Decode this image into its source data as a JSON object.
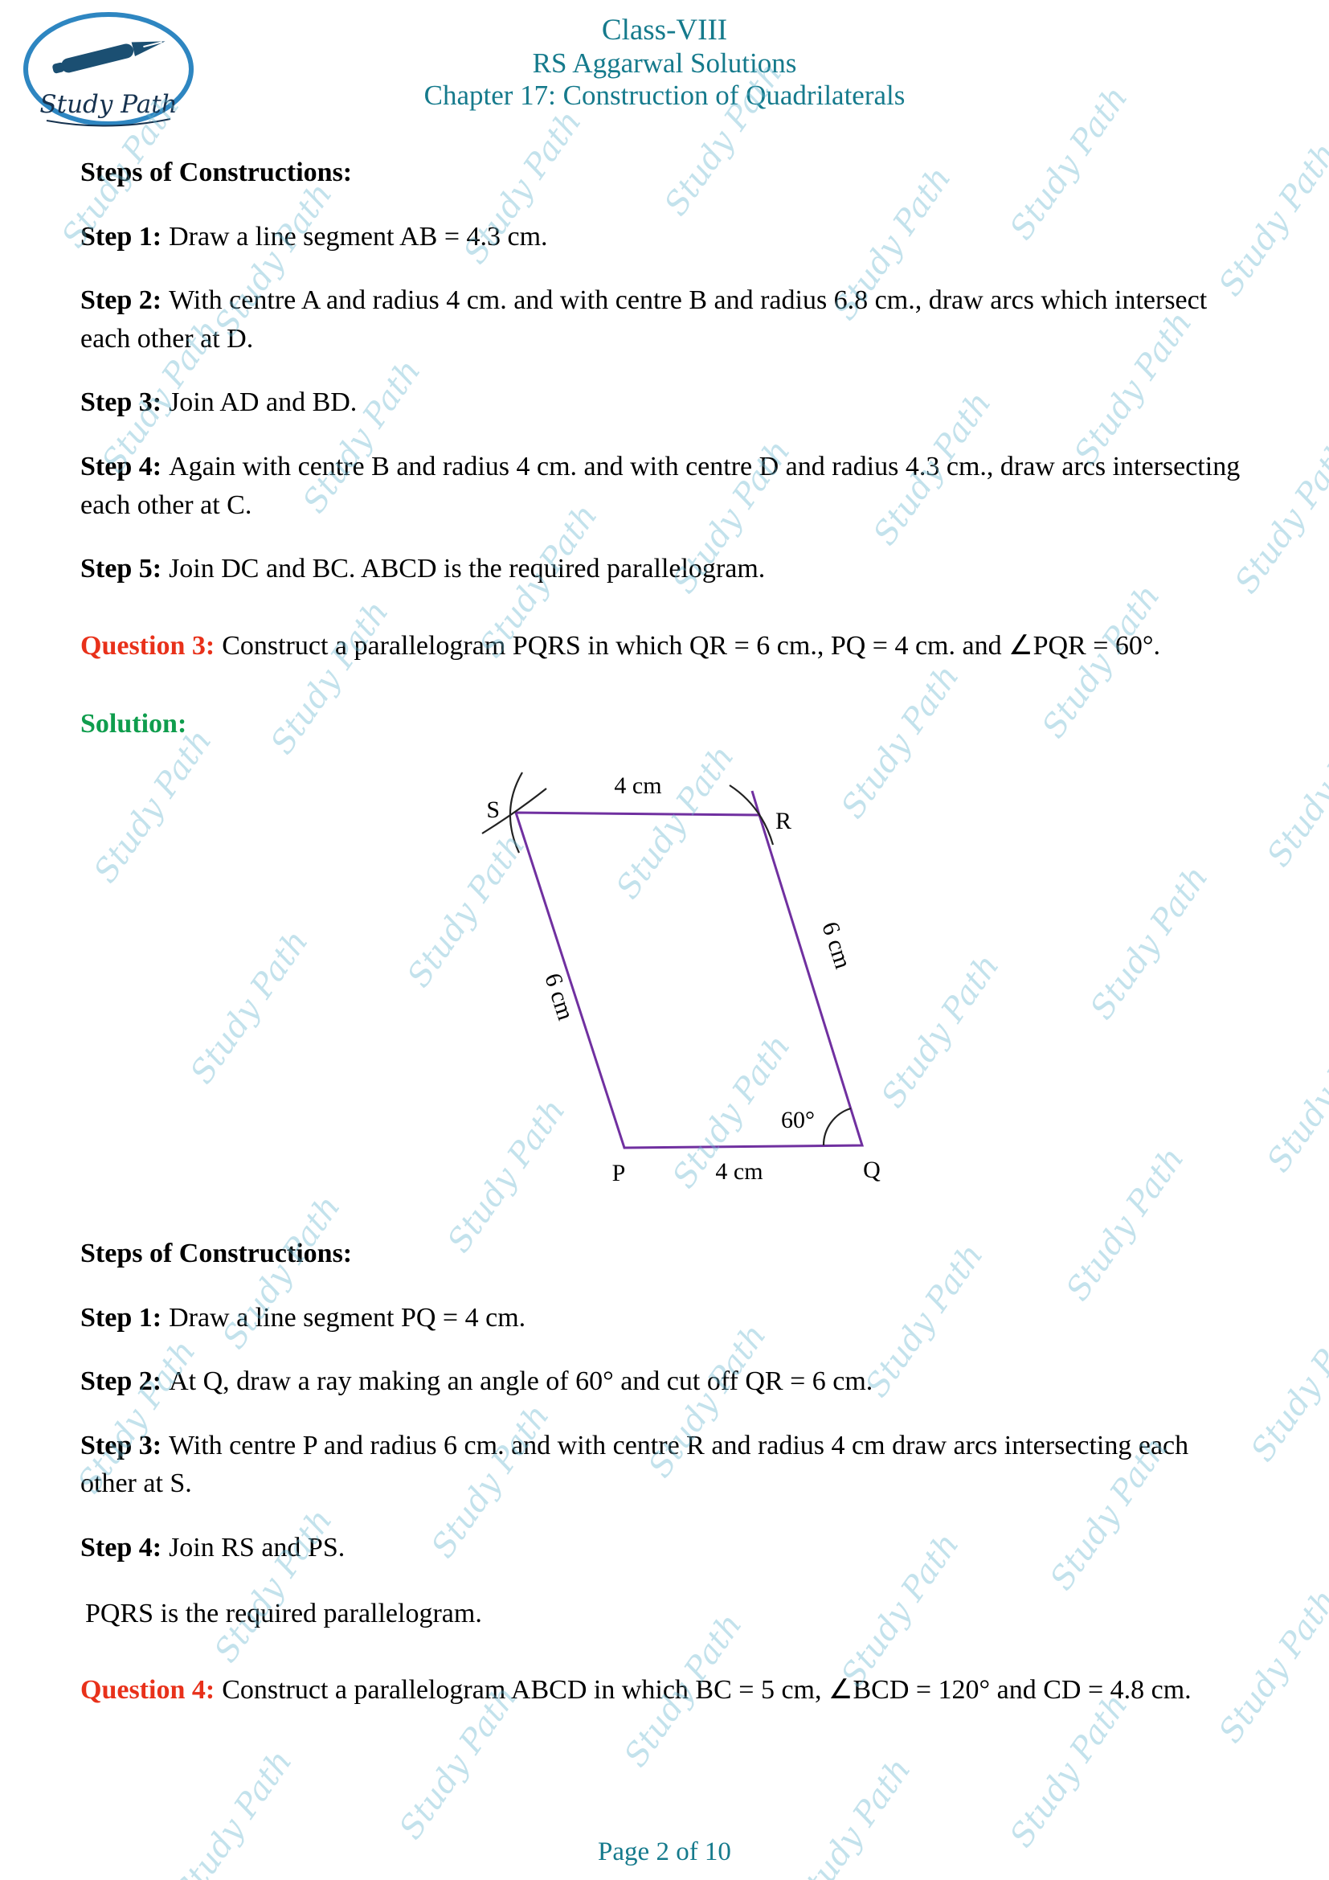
{
  "logo": {
    "name": "Study Path"
  },
  "header": {
    "line1": "Class-VIII",
    "line2": "RS Aggarwal Solutions",
    "line3": "Chapter 17: Construction of Quadrilaterals"
  },
  "watermark": {
    "text": "Study Path"
  },
  "content": {
    "section1_title": "Steps of Constructions:",
    "steps1": [
      {
        "label": "Step 1:",
        "text": "Draw a line segment AB = 4.3 cm."
      },
      {
        "label": "Step 2:",
        "text": "With centre A and radius 4 cm. and with centre B and radius 6.8 cm., draw arcs which intersect each other at D."
      },
      {
        "label": "Step 3:",
        "text": "Join AD and BD."
      },
      {
        "label": "Step 4:",
        "text": "Again with centre B and radius 4 cm. and with centre D and radius 4.3 cm., draw arcs intersecting each other at C."
      },
      {
        "label": "Step 5:",
        "text": "Join DC and BC. ABCD is the required parallelogram."
      }
    ],
    "question3": {
      "label": "Question 3:",
      "text": "Construct a parallelogram PQRS in which QR = 6 cm., PQ = 4 cm. and ∠PQR = 60°."
    },
    "solution_label": "Solution:",
    "section2_title": "Steps of Constructions:",
    "steps2": [
      {
        "label": "Step 1:",
        "text": "Draw a line segment PQ = 4 cm."
      },
      {
        "label": "Step 2:",
        "text": "At Q, draw a ray making an angle of 60° and cut off QR = 6 cm."
      },
      {
        "label": "Step 3:",
        "text": "With centre P and radius 6 cm. and with centre R and radius 4 cm draw arcs intersecting each other at S."
      },
      {
        "label": "Step 4:",
        "text": "Join RS and PS."
      }
    ],
    "closing": "PQRS is the required parallelogram.",
    "question4": {
      "label": "Question 4:",
      "text": "Construct a parallelogram ABCD in which BC = 5 cm, ∠BCD = 120° and CD = 4.8 cm."
    }
  },
  "figure": {
    "labels": {
      "S": "S",
      "R": "R",
      "P": "P",
      "Q": "Q",
      "top": "4 cm",
      "bottom": "4 cm",
      "left": "6 cm",
      "right": "6 cm",
      "angle": "60°"
    }
  },
  "footer": {
    "text": "Page 2 of 10"
  },
  "colors": {
    "header_teal": "#157a8c",
    "question_red": "#e8311a",
    "solution_green": "#0f9d4d",
    "figure_purple": "#7030a0",
    "watermark_blue": "#7bc0d7"
  }
}
